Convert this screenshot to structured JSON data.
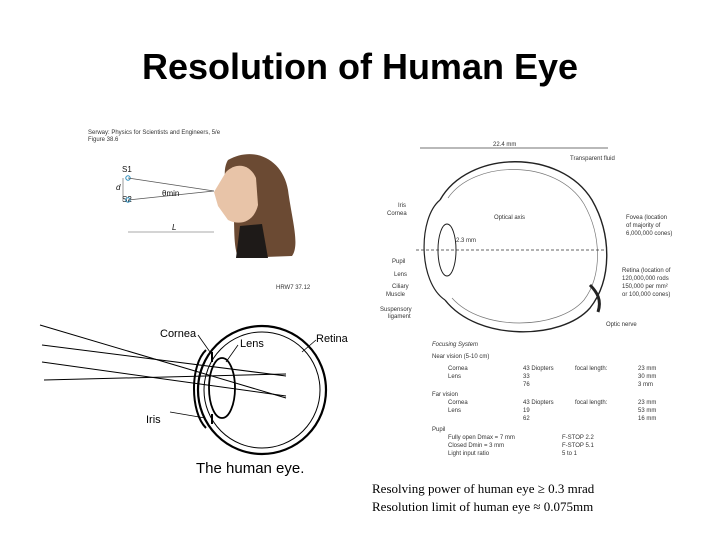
{
  "slide": {
    "title": "Resolution of Human Eye",
    "figure1": {
      "source_line1": "Serway: Physics for Scientists and Engineers, 5/e",
      "source_line2": "Figure 38.6",
      "s1": "S1",
      "s2": "S2",
      "d": "d",
      "theta": "θmin",
      "L": "L",
      "code": "HRW7 37.12"
    },
    "figure2": {
      "cornea": "Cornea",
      "lens": "Lens",
      "retina": "Retina",
      "iris": "Iris",
      "caption": "The human eye."
    },
    "figure3": {
      "width": "22.4 mm",
      "transparent_fluid": "Transparent fluid",
      "iris": "Iris",
      "cornea": "Cornea",
      "optical_axis": "Optical axis",
      "depth": "2.3 mm",
      "pupil": "Pupil",
      "lens": "Lens",
      "ciliary": "Ciliary",
      "muscle": "Muscle",
      "suspensory": "Suspensory",
      "ligament": "ligament",
      "fovea": [
        "Fovea (location",
        "of majority of",
        "6,000,000 cones)"
      ],
      "retina": [
        "Retina (location of",
        "120,000,000 rods",
        "150,000 per mm²",
        "or 100,000 cones)"
      ],
      "optic_nerve": "Optic nerve"
    },
    "table": {
      "heading": "Focusing System",
      "near_vision": "Near vision (5-10 cm)",
      "far_vision": "Far vision",
      "pupil": "Pupil",
      "near_rows": [
        {
          "part": "Cornea",
          "value": "43 Diopters",
          "fl_label": "focal length:",
          "fl": "23 mm"
        },
        {
          "part": "Lens",
          "value": "33",
          "fl_label": "",
          "fl": "30 mm"
        },
        {
          "part": "",
          "value": "76",
          "fl_label": "",
          "fl": "3 mm"
        }
      ],
      "far_rows": [
        {
          "part": "Cornea",
          "value": "43 Diopters",
          "fl_label": "focal length:",
          "fl": "23 mm"
        },
        {
          "part": "Lens",
          "value": "19",
          "fl_label": "",
          "fl": "53 mm"
        },
        {
          "part": "",
          "value": "62",
          "fl_label": "",
          "fl": "16 mm"
        }
      ],
      "pupil_rows": [
        {
          "part": "Fully open Dmax = 7 mm",
          "value": "F-STOP 2.2"
        },
        {
          "part": "Closed Dmin = 3 mm",
          "value": "F-STOP 5.1"
        },
        {
          "part": "Light input ratio",
          "value": "5 to 1"
        }
      ]
    },
    "footer": {
      "line1": "Resolving power of human eye ≥ 0.3 mrad",
      "line2": "Resolution limit of human eye ≈ 0.075mm"
    }
  }
}
